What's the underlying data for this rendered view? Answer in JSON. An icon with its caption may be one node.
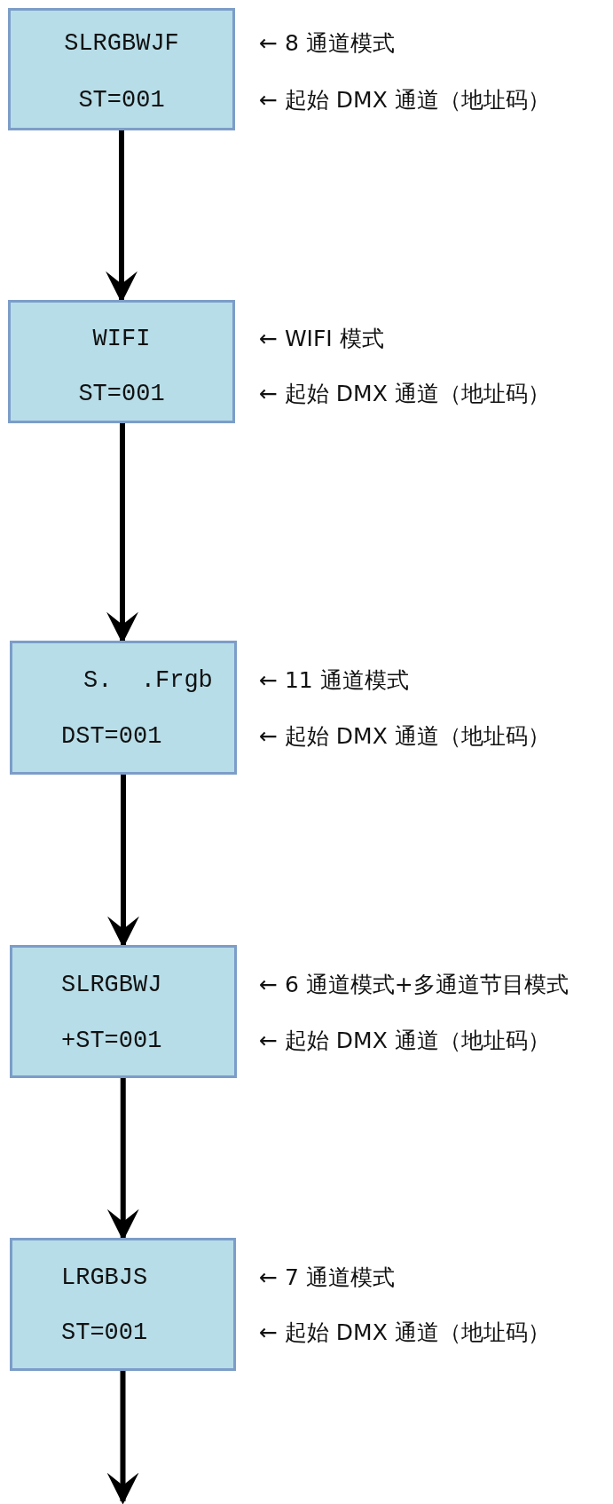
{
  "diagram": {
    "nodes": [
      {
        "text": [
          "SLRGBWJF",
          "ST=001"
        ],
        "beside": [
          "← 8 通道模式",
          "← 起始 DMX 通道（地址码）"
        ]
      },
      {
        "text": [
          "WIFI",
          "ST=001"
        ],
        "beside": [
          "← WIFI 模式",
          "← 起始 DMX 通道（地址码）"
        ]
      },
      {
        "text": [
          "S.  .Frgb",
          "DST=001"
        ],
        "beside": [
          "← 11 通道模式",
          "← 起始 DMX 通道（地址码）"
        ]
      },
      {
        "text": [
          "SLRGBWJ",
          "+ST=001"
        ],
        "beside": [
          "← 6 通道模式+多通道节目模式",
          "← 起始 DMX 通道（地址码）"
        ]
      },
      {
        "text": [
          "LRGBJS",
          "ST=001"
        ],
        "beside": [
          "← 7 通道模式",
          "← 起始 DMX 通道（地址码）"
        ]
      }
    ],
    "edges": [
      {
        "from": 0,
        "to": 1,
        "arrow": "to"
      },
      {
        "from": 1,
        "to": 2,
        "arrow": "to"
      },
      {
        "from": 2,
        "to": 3,
        "arrow": "to"
      },
      {
        "from": 3,
        "to": 4,
        "arrow": "to"
      },
      {
        "from": 4,
        "to": null,
        "arrow": "to"
      }
    ]
  }
}
